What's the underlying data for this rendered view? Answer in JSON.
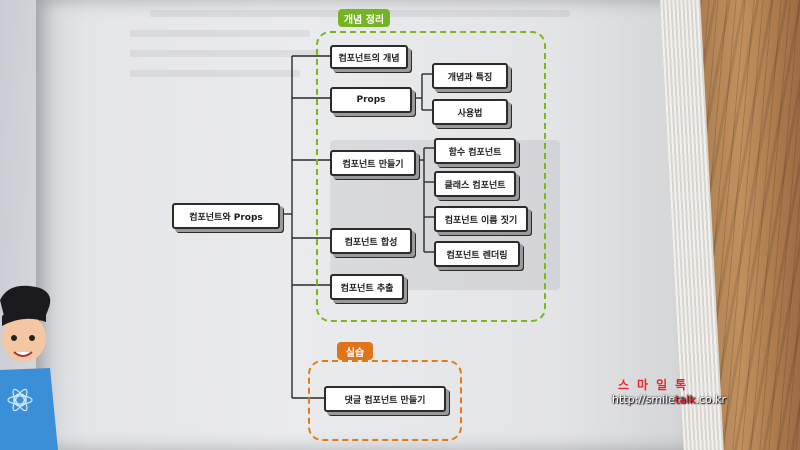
{
  "diagram": {
    "root": "컴포넌트와 Props",
    "group_concept": {
      "label": "개념 정리",
      "items": [
        "컴포넌트의 개념",
        "Props",
        "컴포넌트 만들기",
        "컴포넌트 합성",
        "컴포넌트 추출"
      ],
      "props_children": [
        "개념과 특징",
        "사용법"
      ],
      "make_children": [
        "함수 컴포넌트",
        "클래스 컴포넌트",
        "컴포넌트 이름 짓기",
        "컴포넌트 렌더링"
      ]
    },
    "group_practice": {
      "label": "실습",
      "items": [
        "댓글 컴포넌트 만들기"
      ]
    }
  },
  "watermark": {
    "title": "스마일톡",
    "url_prefix": "http://smile",
    "url_mid": "talk",
    "url_suffix": ".co.kr"
  },
  "colors": {
    "group_green": "#7cb61f",
    "group_orange": "#e07c18",
    "watermark_red": "#e8262a"
  }
}
